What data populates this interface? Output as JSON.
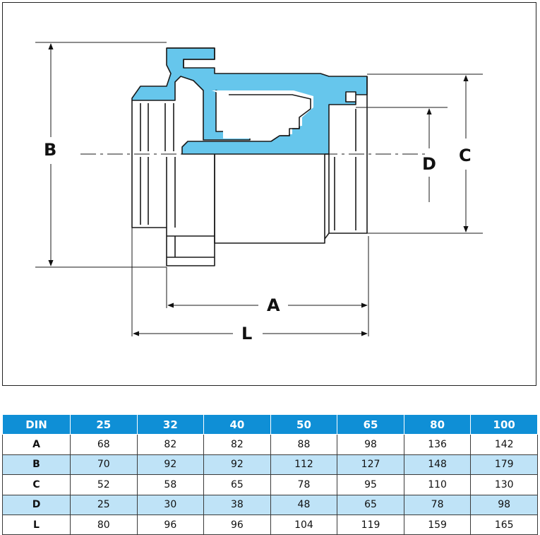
{
  "diagram": {
    "dimension_labels": {
      "A": "A",
      "B": "B",
      "C": "C",
      "D": "D",
      "L": "L"
    },
    "colors": {
      "section_fill": "#66c6ec",
      "outline": "#1a1a1a"
    }
  },
  "table": {
    "header_label": "DIN",
    "columns": [
      "25",
      "32",
      "40",
      "50",
      "65",
      "80",
      "100"
    ],
    "rows": [
      {
        "label": "A",
        "values": [
          "68",
          "82",
          "82",
          "88",
          "98",
          "136",
          "142"
        ]
      },
      {
        "label": "B",
        "values": [
          "70",
          "92",
          "92",
          "112",
          "127",
          "148",
          "179"
        ]
      },
      {
        "label": "C",
        "values": [
          "52",
          "58",
          "65",
          "78",
          "95",
          "110",
          "130"
        ]
      },
      {
        "label": "D",
        "values": [
          "25",
          "30",
          "38",
          "48",
          "65",
          "78",
          "98"
        ]
      },
      {
        "label": "L",
        "values": [
          "80",
          "96",
          "96",
          "104",
          "119",
          "159",
          "165"
        ]
      }
    ],
    "colors": {
      "header_bg": "#0f8fd6",
      "alt_row_bg": "#bfe3f7"
    }
  }
}
